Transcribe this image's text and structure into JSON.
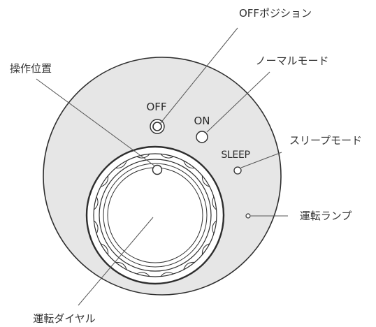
{
  "device_labels": {
    "off": "OFF",
    "on": "ON",
    "sleep": "SLEEP"
  },
  "callouts": {
    "off_position": "OFFポジション",
    "normal_mode": "ノーマルモード",
    "operation_position": "操作位置",
    "sleep_mode": "スリープモード",
    "run_lamp": "運転ランプ",
    "run_dial": "運転ダイヤル"
  },
  "colors": {
    "body_fill": "#e6e6e6",
    "outline": "#2e2e2e",
    "dial_fill": "#ffffff",
    "leader": "#555555"
  }
}
